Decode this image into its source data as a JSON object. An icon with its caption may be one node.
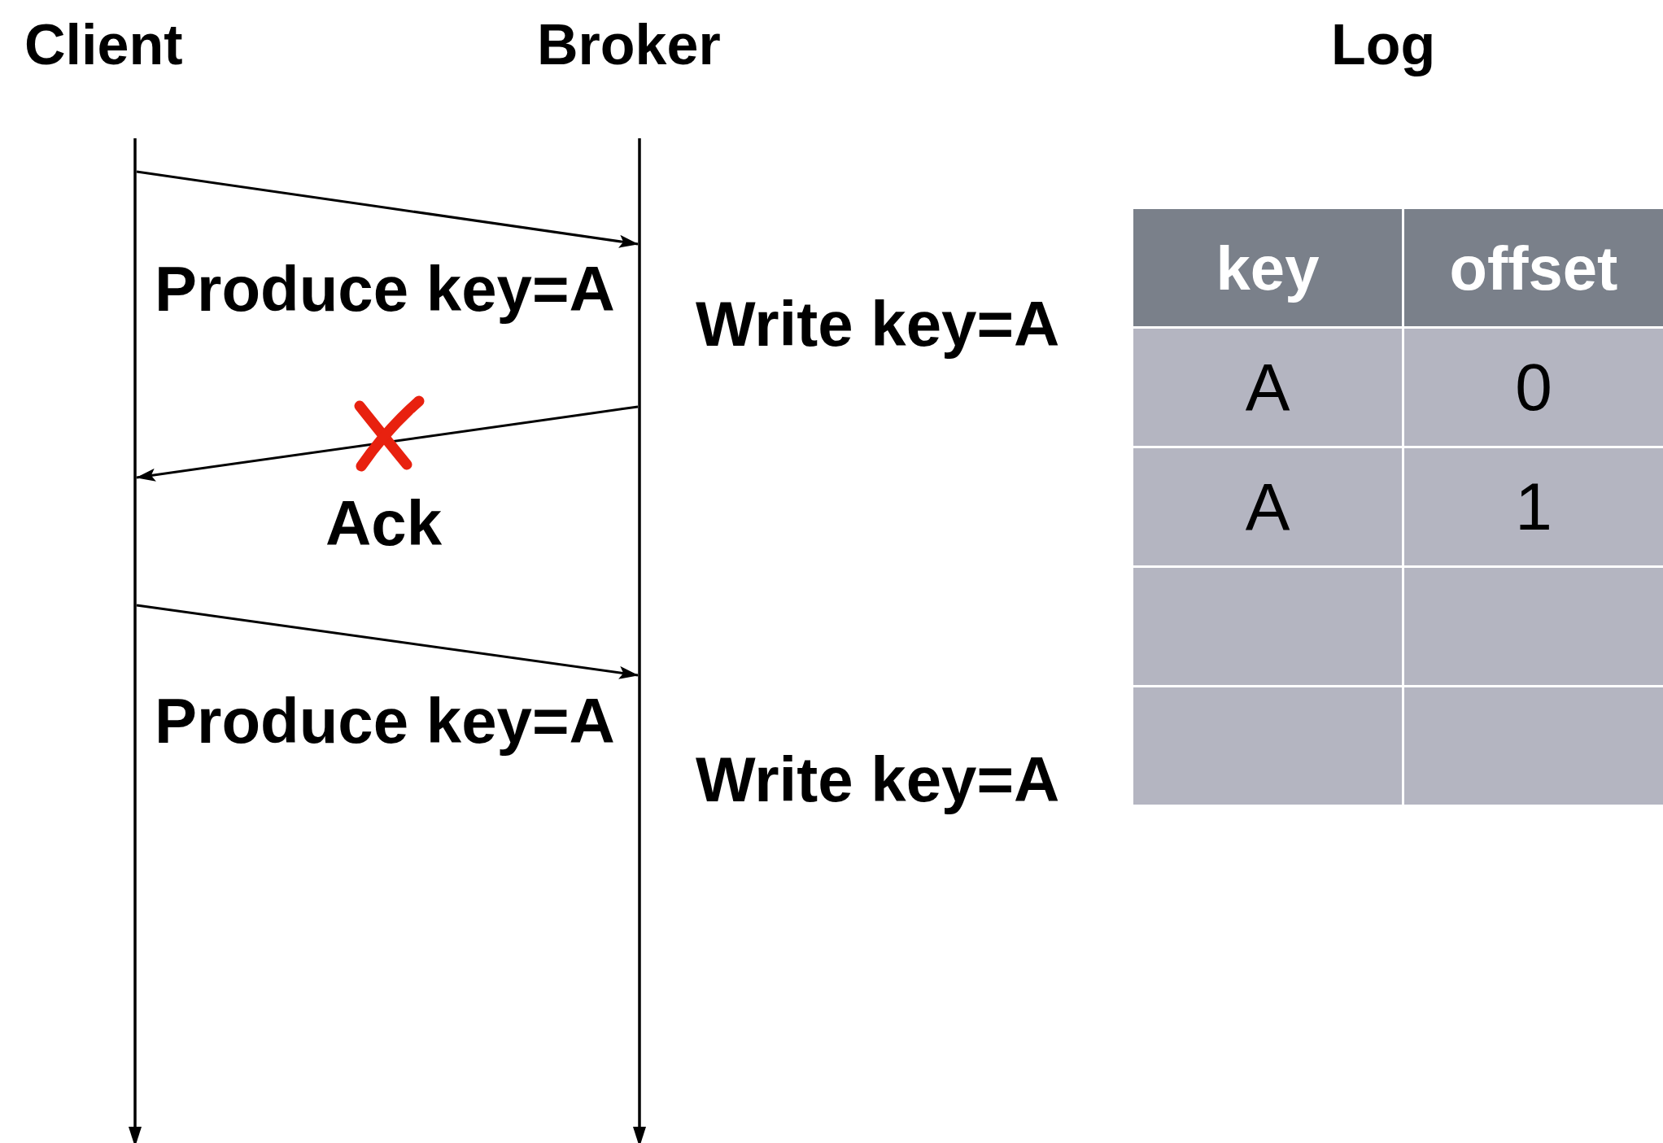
{
  "diagram": {
    "nodes": [
      {
        "text": [
          "Client"
        ]
      },
      {
        "text": [
          "Broker"
        ]
      },
      {
        "text": [
          "Log"
        ]
      }
    ],
    "edges": [
      {
        "from": 0,
        "to": 1,
        "arrow": "to",
        "label": "Produce key=A"
      },
      {
        "from": 1,
        "to": 0,
        "arrow": "to",
        "label": "Ack"
      },
      {
        "from": 0,
        "to": 1,
        "arrow": "to",
        "label": "Produce key=A"
      }
    ],
    "labels": [
      "Write key=A",
      "key",
      "offset",
      "A",
      "0",
      "A",
      "1",
      "Write key=A"
    ]
  }
}
